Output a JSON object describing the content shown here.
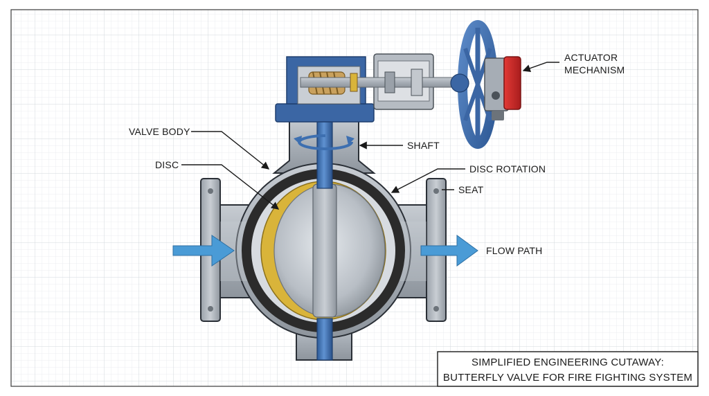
{
  "labels": {
    "actuator_line1": "ACTUATOR",
    "actuator_line2": "MECHANISM",
    "valve_body": "VALVE BODY",
    "shaft": "SHAFT",
    "disc": "DISC",
    "disc_rotation": "DISC ROTATION",
    "seat": "SEAT",
    "flow_path": "FLOW PATH"
  },
  "title_block": {
    "line1": "SIMPLIFIED ENGINEERING CUTAWAY:",
    "line2": "BUTTERFLY VALVE FOR FIRE FIGHTING SYSTEM"
  },
  "colors": {
    "grid": "#dfe3e8",
    "body_steel": "#a9b0b8",
    "shaft_blue": "#3d6fb0",
    "gearbox_blue": "#3b66a4",
    "seat_black": "#2b2b2b",
    "disc_gold": "#d9b43a",
    "actuator_red": "#d12b2b",
    "flow_arrow": "#4a9bd6"
  }
}
